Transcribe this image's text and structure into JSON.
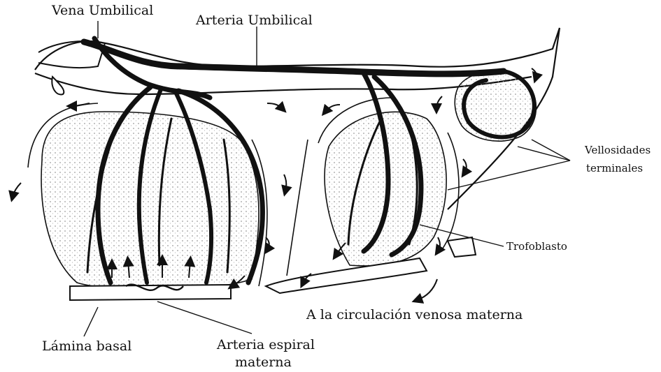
{
  "labels": {
    "vena_umbilical": "Vena Umbilical",
    "arteria_umbilical": "Arteria Umbilical",
    "vellosidades_1": "Vellosidades",
    "vellosidades_2": "terminales",
    "trofoblasto": "Trofoblasto",
    "circulacion": "A la circulación venosa materna",
    "lamina_basal": "Lámina basal",
    "arteria_espiral_1": "Arteria espiral",
    "arteria_espiral_2": "materna"
  },
  "colors": {
    "ink": "#111111",
    "stipple": "#cfcfcf",
    "paper": "#ffffff"
  }
}
